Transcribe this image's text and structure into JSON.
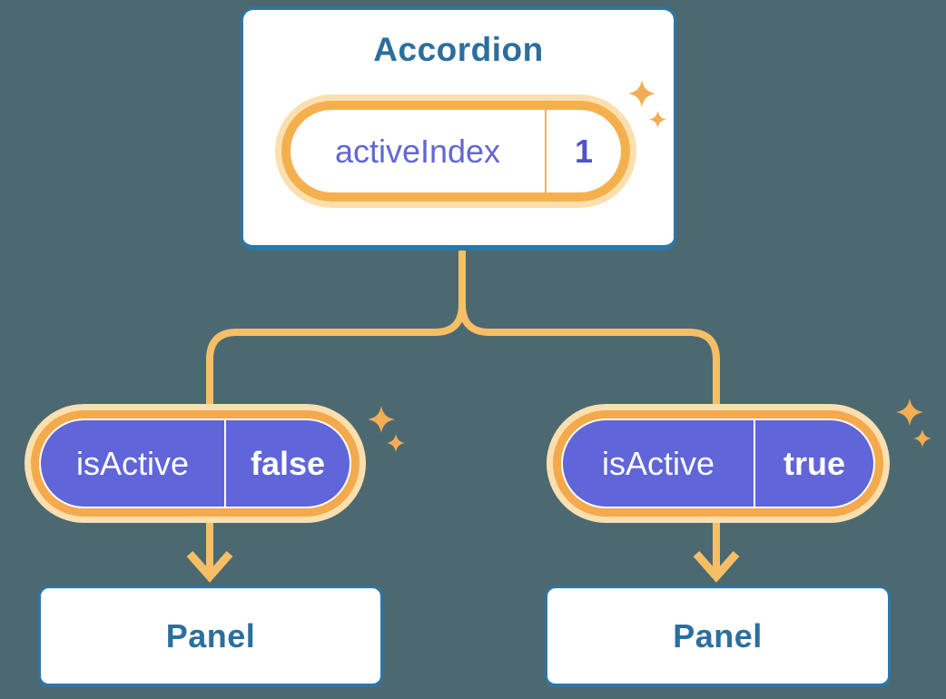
{
  "diagram": {
    "type": "component-tree",
    "background_color": "#4c6972",
    "root": {
      "title": "Accordion",
      "state": {
        "name": "activeIndex",
        "value": "1"
      }
    },
    "children": [
      {
        "prop": {
          "name": "isActive",
          "value": "false"
        },
        "child_label": "Panel"
      },
      {
        "prop": {
          "name": "isActive",
          "value": "true"
        },
        "child_label": "Panel"
      }
    ],
    "colors": {
      "box_border_blue": "#2e76a6",
      "title_text_blue": "#2b6f9e",
      "pill_purple": "#6065d8",
      "state_name_indigo": "#6267d3",
      "state_value_indigo": "#5054c8",
      "orange_ring": "#f5b04e",
      "orange_halo": "#fbdfae",
      "connector_line": "#f6bf66",
      "sparkle_orange": "#f3ad52"
    }
  }
}
